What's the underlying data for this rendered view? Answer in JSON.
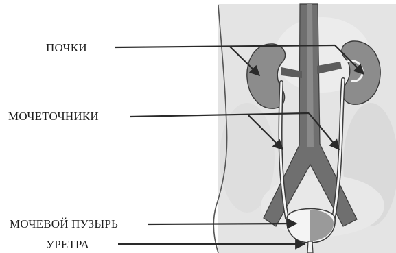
{
  "diagram": {
    "labels": {
      "kidneys": "ПОЧКИ",
      "ureters": "МОЧЕТОЧНИКИ",
      "bladder": "МОЧЕВОЙ ПУЗЫРЬ",
      "urethra": "УРЕТРА"
    }
  },
  "colors": {
    "background": "#ffffff",
    "panel": "#e2e2e2",
    "organ_fill": "#8c8c8c",
    "vessel_fill": "#6f6f6f",
    "line": "#2a2a2a"
  }
}
